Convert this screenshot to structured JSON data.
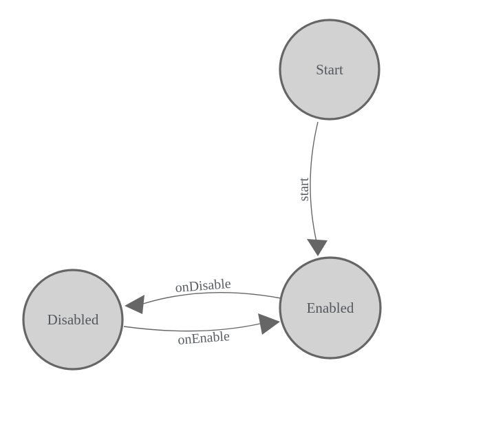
{
  "diagram": {
    "type": "state-machine",
    "background_color": "#ffffff",
    "node_fill_color": "#d2d2d2",
    "node_border_color": "#666666",
    "edge_color": "#666666",
    "node_text_color": "#54585c",
    "edge_text_color": "#5a5e62",
    "nodes": [
      {
        "id": "start-state",
        "label": "Start"
      },
      {
        "id": "enabled-state",
        "label": "Enabled"
      },
      {
        "id": "disabled-state",
        "label": "Disabled"
      }
    ],
    "edges": [
      {
        "from": "Start",
        "to": "Enabled",
        "label": "start"
      },
      {
        "from": "Enabled",
        "to": "Disabled",
        "label": "onDisable"
      },
      {
        "from": "Disabled",
        "to": "Enabled",
        "label": "onEnable"
      }
    ]
  }
}
